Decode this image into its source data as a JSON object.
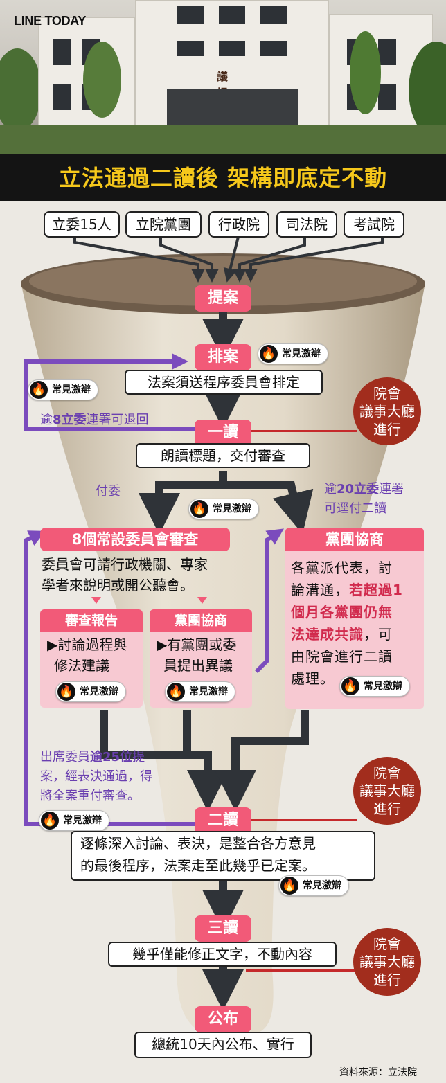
{
  "brand": "LINE TODAY",
  "building_sign": "議 場",
  "title": "立法通過二讀後 架構即底定不動",
  "sources": [
    "立委15人",
    "立院黨團",
    "行政院",
    "司法院",
    "考試院"
  ],
  "steps": {
    "proposal": "提案",
    "scheduling": "排案",
    "scheduling_desc": "法案須送程序委員會排定",
    "first_reading": "一讀",
    "first_reading_desc": "朗讀標題，交付審查",
    "second_reading": "二讀",
    "second_reading_desc_1": "逐條深入討論、表決，是整合各方意見",
    "second_reading_desc_2": "的最後程序，法案走至此幾乎已定案。",
    "third_reading": "三讀",
    "third_reading_desc": "幾乎僅能修正文字，不動內容",
    "promulgation": "公布",
    "promulgation_desc": "總統10天內公布、實行"
  },
  "badge_label": "常見激辯",
  "plenary": {
    "line1": "院會",
    "line2": "議事大廳",
    "line3": "進行"
  },
  "return_note": {
    "pre": "逾",
    "bold": "8立委",
    "post": "連署可退回"
  },
  "branch_left_label": "付委",
  "branch_right": {
    "pre": "逾",
    "bold": "20立委",
    "post": "連署",
    "line2": "可逕付二讀"
  },
  "committee": {
    "title": "8個常設委員會審查",
    "text_1": "委員會可請行政機關、專家",
    "text_2": "學者來說明或開公聽會。",
    "report_title": "審查報告",
    "report_text_1": "▶討論過程與",
    "report_text_2": "修法建議",
    "caucus_title": "黨團協商",
    "caucus_text_1": "▶有黨團或委",
    "caucus_text_2": "員提出異議"
  },
  "negotiation": {
    "title": "黨團協商",
    "line1": "各黨派代表，討",
    "line2_plain": "論溝通，",
    "line2_em": "若超過1",
    "line3_em": "個月各黨團仍無",
    "line4_em": "法達成共識",
    "line4_plain": "，可",
    "line5": "由院會進行二讀",
    "line6": "處理。"
  },
  "recommit_note": {
    "l1_pre": "出席委員",
    "l1_bold": "逾25位",
    "l1_post": "提",
    "l2": "案，經表決通過，得",
    "l3": "將全案重付審查。"
  },
  "source_note": "資料來源：立法院",
  "colors": {
    "accent_pink": "#f25a78",
    "title_yellow": "#f6c81b",
    "plenary_red": "#a22d1d",
    "path_purple": "#7b4bbd"
  }
}
